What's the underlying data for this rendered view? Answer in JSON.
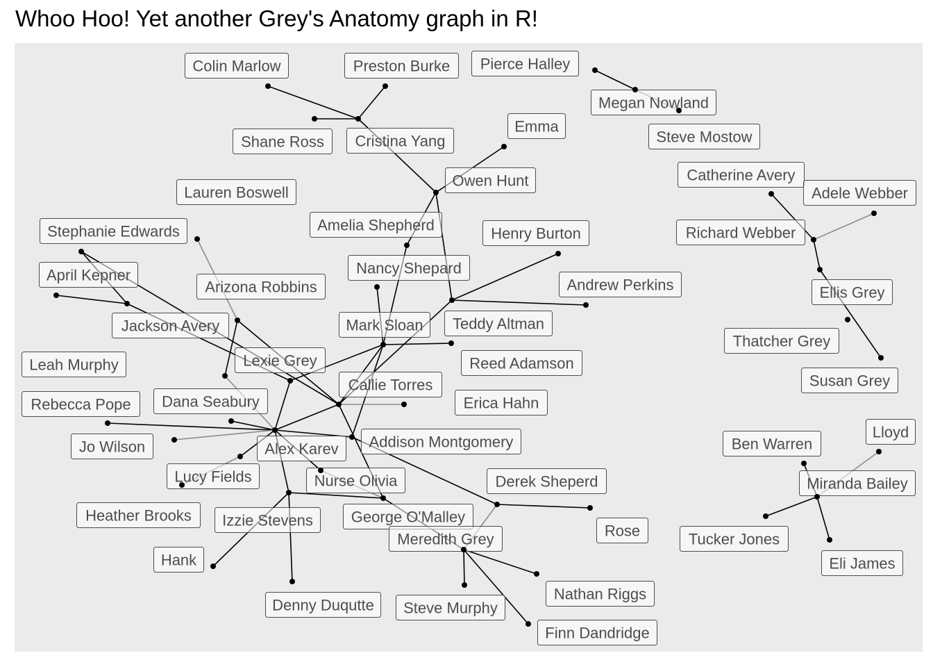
{
  "title": "Whoo Hoo! Yet another Grey's Anatomy graph in R!",
  "colors": {
    "panel_background": "#ebebeb",
    "edge": "#000000",
    "edge_muted": "#8c8c8c",
    "node": "#000000",
    "label_fill": "#ffffff",
    "label_border": "#4d4d4d",
    "label_text": "#4d4d4d"
  },
  "nodes": [
    {
      "id": "colin_marlow",
      "label": "Colin Marlow"
    },
    {
      "id": "preston_burke",
      "label": "Preston Burke"
    },
    {
      "id": "pierce_halley",
      "label": "Pierce Halley"
    },
    {
      "id": "megan_nowland",
      "label": "Megan Nowland"
    },
    {
      "id": "steve_mostow",
      "label": "Steve Mostow"
    },
    {
      "id": "shane_ross",
      "label": "Shane Ross"
    },
    {
      "id": "cristina_yang",
      "label": "Cristina Yang"
    },
    {
      "id": "emma",
      "label": "Emma"
    },
    {
      "id": "owen_hunt",
      "label": "Owen Hunt"
    },
    {
      "id": "catherine_avery",
      "label": "Catherine Avery"
    },
    {
      "id": "adele_webber",
      "label": "Adele Webber"
    },
    {
      "id": "lauren_boswell",
      "label": "Lauren Boswell"
    },
    {
      "id": "richard_webber",
      "label": "Richard Webber"
    },
    {
      "id": "amelia_shepherd",
      "label": "Amelia Shepherd"
    },
    {
      "id": "stephanie_edwards",
      "label": "Stephanie Edwards"
    },
    {
      "id": "henry_burton",
      "label": "Henry Burton"
    },
    {
      "id": "nancy_shepard",
      "label": "Nancy Shepard"
    },
    {
      "id": "april_kepner",
      "label": "April Kepner"
    },
    {
      "id": "andrew_perkins",
      "label": "Andrew Perkins"
    },
    {
      "id": "arizona_robbins",
      "label": "Arizona Robbins"
    },
    {
      "id": "ellis_grey",
      "label": "Ellis Grey"
    },
    {
      "id": "mark_sloan",
      "label": "Mark Sloan"
    },
    {
      "id": "teddy_altman",
      "label": "Teddy Altman"
    },
    {
      "id": "jackson_avery",
      "label": "Jackson Avery"
    },
    {
      "id": "thatcher_grey",
      "label": "Thatcher Grey"
    },
    {
      "id": "lexie_grey",
      "label": "Lexie Grey"
    },
    {
      "id": "reed_adamson",
      "label": "Reed Adamson"
    },
    {
      "id": "leah_murphy",
      "label": "Leah Murphy"
    },
    {
      "id": "susan_grey",
      "label": "Susan Grey"
    },
    {
      "id": "callie_torres",
      "label": "Callie Torres"
    },
    {
      "id": "erica_hahn",
      "label": "Erica Hahn"
    },
    {
      "id": "rebecca_pope",
      "label": "Rebecca Pope"
    },
    {
      "id": "dana_seabury",
      "label": "Dana Seabury"
    },
    {
      "id": "lloyd",
      "label": "Lloyd"
    },
    {
      "id": "ben_warren",
      "label": "Ben Warren"
    },
    {
      "id": "addison_montgomery",
      "label": "Addison Montgomery"
    },
    {
      "id": "jo_wilson",
      "label": "Jo Wilson"
    },
    {
      "id": "alex_karev",
      "label": "Alex Karev"
    },
    {
      "id": "miranda_bailey",
      "label": "Miranda Bailey"
    },
    {
      "id": "lucy_fields",
      "label": "Lucy Fields"
    },
    {
      "id": "nurse_olivia",
      "label": "Nurse Olivia"
    },
    {
      "id": "derek_sheperd",
      "label": "Derek Sheperd"
    },
    {
      "id": "heather_brooks",
      "label": "Heather Brooks"
    },
    {
      "id": "izzie_stevens",
      "label": "Izzie Stevens"
    },
    {
      "id": "george_omalley",
      "label": "George O'Malley"
    },
    {
      "id": "rose",
      "label": "Rose"
    },
    {
      "id": "tucker_jones",
      "label": "Tucker Jones"
    },
    {
      "id": "meredith_grey",
      "label": "Meredith Grey"
    },
    {
      "id": "eli_james",
      "label": "Eli James"
    },
    {
      "id": "hank",
      "label": "Hank"
    },
    {
      "id": "nathan_riggs",
      "label": "Nathan Riggs"
    },
    {
      "id": "denny_duqutte",
      "label": "Denny Duqutte"
    },
    {
      "id": "steve_murphy",
      "label": "Steve Murphy"
    },
    {
      "id": "finn_dandridge",
      "label": "Finn Dandridge"
    }
  ],
  "edges": [
    [
      "cristina_yang",
      "colin_marlow"
    ],
    [
      "cristina_yang",
      "preston_burke"
    ],
    [
      "cristina_yang",
      "shane_ross"
    ],
    [
      "cristina_yang",
      "owen_hunt"
    ],
    [
      "owen_hunt",
      "emma"
    ],
    [
      "owen_hunt",
      "amelia_shepherd"
    ],
    [
      "owen_hunt",
      "teddy_altman"
    ],
    [
      "amelia_shepherd",
      "mark_sloan"
    ],
    [
      "mark_sloan",
      "nancy_shepard"
    ],
    [
      "mark_sloan",
      "reed_adamson"
    ],
    [
      "mark_sloan",
      "lexie_grey"
    ],
    [
      "mark_sloan",
      "callie_torres"
    ],
    [
      "mark_sloan",
      "addison_montgomery"
    ],
    [
      "teddy_altman",
      "henry_burton"
    ],
    [
      "teddy_altman",
      "andrew_perkins"
    ],
    [
      "teddy_altman",
      "callie_torres"
    ],
    [
      "pierce_halley",
      "megan_nowland"
    ],
    [
      "megan_nowland",
      "steve_mostow"
    ],
    [
      "lauren_boswell",
      "arizona_robbins"
    ],
    [
      "stephanie_edwards",
      "callie_torres"
    ],
    [
      "april_kepner",
      "jackson_avery"
    ],
    [
      "jackson_avery",
      "stephanie_edwards"
    ],
    [
      "jackson_avery",
      "lexie_grey"
    ],
    [
      "arizona_robbins",
      "callie_torres"
    ],
    [
      "arizona_robbins",
      "leah_murphy"
    ],
    [
      "leah_murphy",
      "alex_karev"
    ],
    [
      "lexie_grey",
      "alex_karev"
    ],
    [
      "callie_torres",
      "alex_karev"
    ],
    [
      "callie_torres",
      "erica_hahn"
    ],
    [
      "callie_torres",
      "george_omalley"
    ],
    [
      "addison_montgomery",
      "alex_karev"
    ],
    [
      "addison_montgomery",
      "derek_sheperd"
    ],
    [
      "alex_karev",
      "rebecca_pope"
    ],
    [
      "alex_karev",
      "dana_seabury"
    ],
    [
      "alex_karev",
      "jo_wilson"
    ],
    [
      "alex_karev",
      "lucy_fields"
    ],
    [
      "alex_karev",
      "izzie_stevens"
    ],
    [
      "alex_karev",
      "nurse_olivia"
    ],
    [
      "lucy_fields",
      "heather_brooks"
    ],
    [
      "nurse_olivia",
      "george_omalley"
    ],
    [
      "izzie_stevens",
      "george_omalley"
    ],
    [
      "izzie_stevens",
      "denny_duqutte"
    ],
    [
      "izzie_stevens",
      "hank"
    ],
    [
      "derek_sheperd",
      "rose"
    ],
    [
      "derek_sheperd",
      "meredith_grey"
    ],
    [
      "george_omalley",
      "meredith_grey"
    ],
    [
      "meredith_grey",
      "nathan_riggs"
    ],
    [
      "meredith_grey",
      "steve_murphy"
    ],
    [
      "meredith_grey",
      "finn_dandridge"
    ],
    [
      "catherine_avery",
      "richard_webber"
    ],
    [
      "richard_webber",
      "adele_webber"
    ],
    [
      "richard_webber",
      "ellis_grey"
    ],
    [
      "ellis_grey",
      "susan_grey"
    ],
    [
      "miranda_bailey",
      "ben_warren"
    ],
    [
      "miranda_bailey",
      "lloyd"
    ],
    [
      "miranda_bailey",
      "tucker_jones"
    ],
    [
      "miranda_bailey",
      "eli_james"
    ]
  ]
}
